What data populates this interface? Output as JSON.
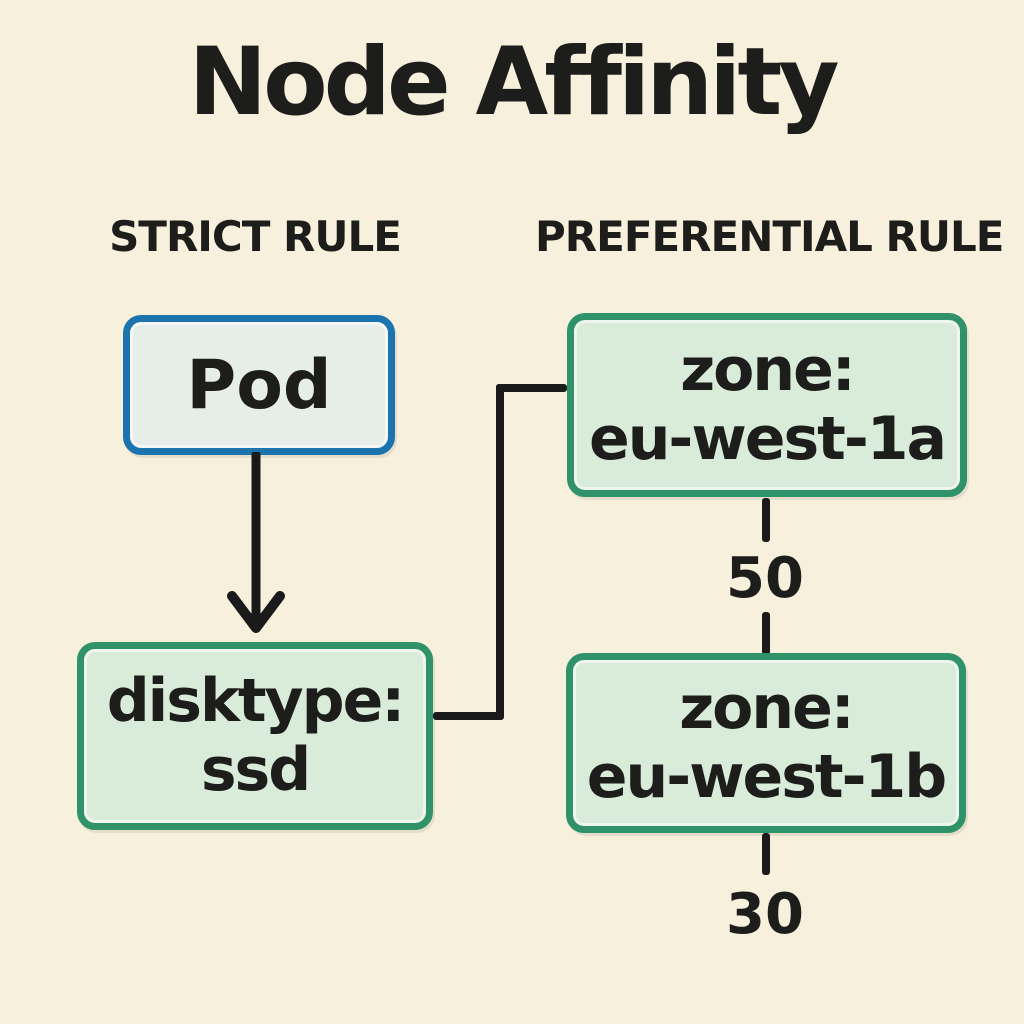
{
  "title": "Node Affinity",
  "columns": {
    "strict": {
      "header": "STRICT RULE"
    },
    "preferential": {
      "header": "PREFERENTIAL RULE"
    }
  },
  "nodes": {
    "pod": {
      "label": "Pod"
    },
    "disktype": {
      "line1": "disktype:",
      "line2": "ssd"
    },
    "zone_a": {
      "line1": "zone:",
      "line2": "eu-west-1a"
    },
    "zone_b": {
      "line1": "zone:",
      "line2": "eu-west-1b"
    }
  },
  "weights": {
    "zone_a": "50",
    "zone_b": "30"
  },
  "colors": {
    "background": "#f7f0dd",
    "text": "#1d1d1b",
    "pod_border": "#1b74ad",
    "pod_fill": "#e7ede9",
    "green_border": "#2f9268",
    "green_fill": "#d9ecd9",
    "connector_line": "#1a1a1a"
  }
}
